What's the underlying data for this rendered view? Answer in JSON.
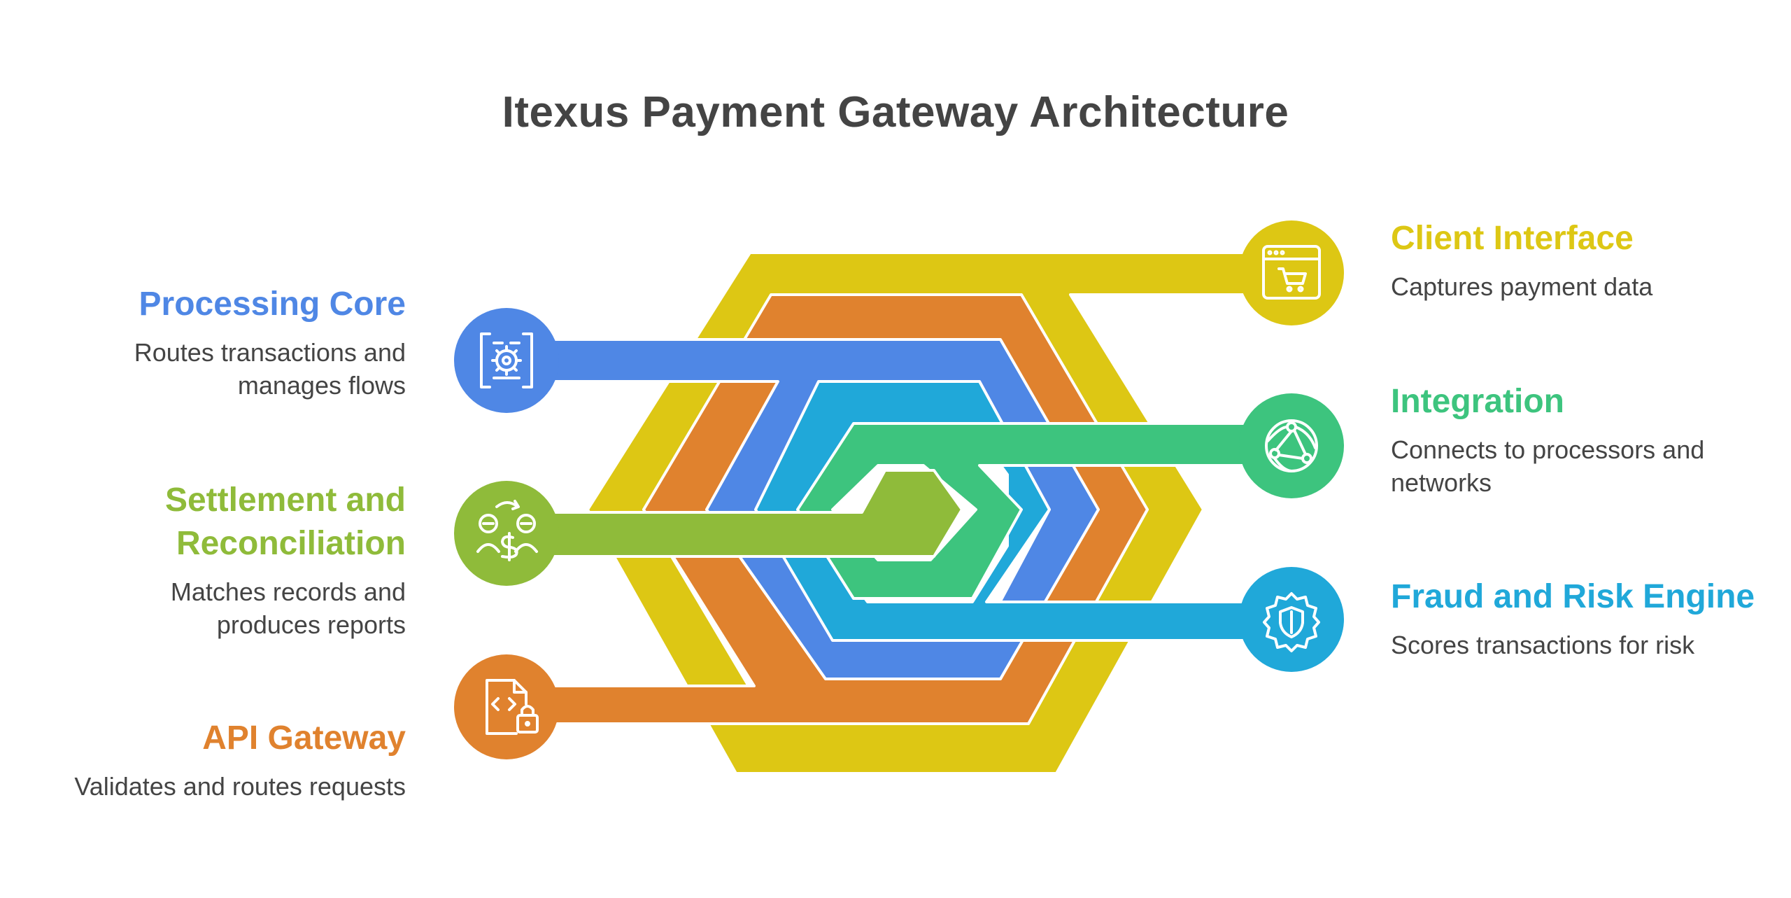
{
  "title": "Itexus Payment Gateway Architecture",
  "colors": {
    "client": "#DDC714",
    "api": "#E0822E",
    "processing": "#4F87E5",
    "fraud": "#20A8D9",
    "integration": "#3DC47E",
    "settlement": "#8FBB3A"
  },
  "components": {
    "processing": {
      "title": "Processing Core",
      "description_lines": [
        "Routes transactions and",
        "manages flows"
      ],
      "icon": "gear-in-frame-icon"
    },
    "settlement": {
      "title_lines": [
        "Settlement and",
        "Reconciliation"
      ],
      "description_lines": [
        "Matches records and",
        "produces reports"
      ],
      "icon": "money-exchange-icon"
    },
    "api": {
      "title": "API Gateway",
      "description_lines": [
        "Validates and routes requests"
      ],
      "icon": "code-file-lock-icon"
    },
    "client": {
      "title": "Client Interface",
      "description_lines": [
        "Captures payment data"
      ],
      "icon": "browser-cart-icon"
    },
    "integration": {
      "title": "Integration",
      "description_lines": [
        "Connects to processors and",
        "networks"
      ],
      "icon": "network-globe-icon"
    },
    "fraud": {
      "title": "Fraud and Risk Engine",
      "description_lines": [
        "Scores transactions for risk"
      ],
      "icon": "shield-gear-icon"
    }
  }
}
